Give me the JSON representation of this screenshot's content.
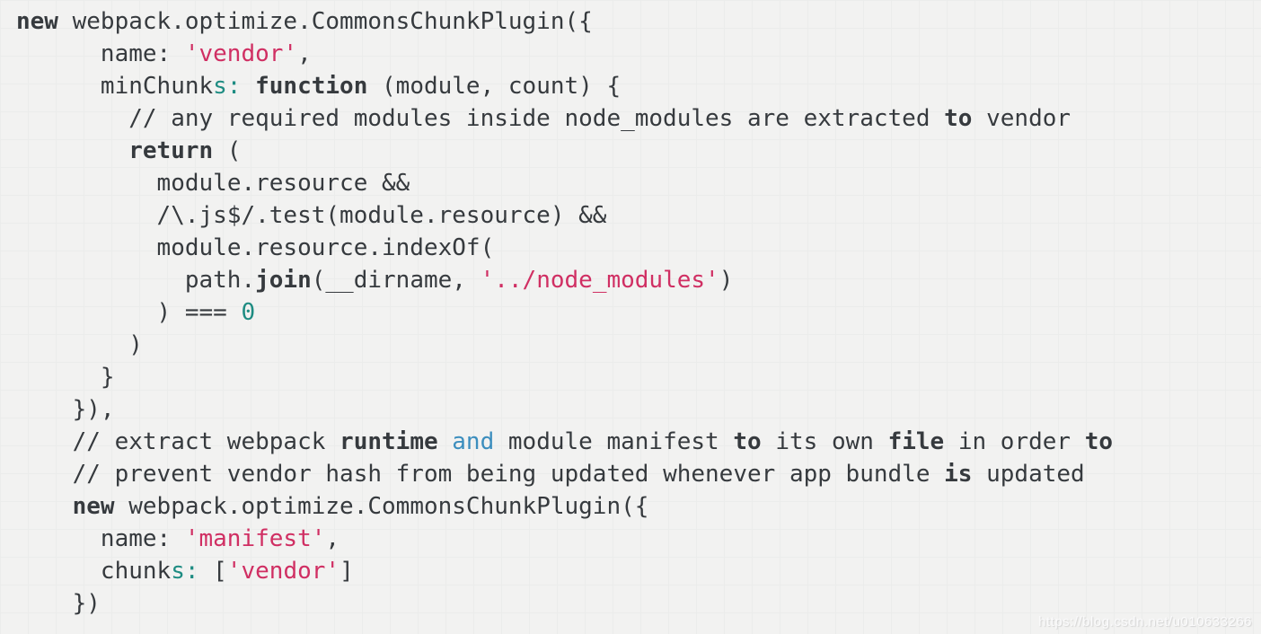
{
  "page": {
    "watermark": "https://blog.csdn.net/u010633266"
  },
  "colors": {
    "bg": "#f2f2f1",
    "grid": "#ebeceb",
    "text": "#363a3e",
    "string": "#d02f63",
    "teal": "#1e8c82",
    "blue": "#3c8ebe",
    "watermark": "#fbfbfc"
  },
  "code": {
    "language": "javascript",
    "lines": [
      {
        "indent": 0,
        "segments": [
          {
            "t": "new",
            "s": "bold"
          },
          {
            "t": " webpack.optimize.CommonsChunkPlugin({",
            "s": "plain"
          }
        ]
      },
      {
        "indent": 6,
        "segments": [
          {
            "t": "name: ",
            "s": "plain"
          },
          {
            "t": "'vendor'",
            "s": "string"
          },
          {
            "t": ",",
            "s": "plain"
          }
        ]
      },
      {
        "indent": 6,
        "segments": [
          {
            "t": "minChunk",
            "s": "plain"
          },
          {
            "t": "s:",
            "s": "teal"
          },
          {
            "t": " ",
            "s": "plain"
          },
          {
            "t": "function",
            "s": "bold"
          },
          {
            "t": " (module, count) {",
            "s": "plain"
          }
        ]
      },
      {
        "indent": 8,
        "segments": [
          {
            "t": "// any required modules inside node_modules are extracted ",
            "s": "plain"
          },
          {
            "t": "to",
            "s": "bold"
          },
          {
            "t": " vendor",
            "s": "plain"
          }
        ]
      },
      {
        "indent": 8,
        "segments": [
          {
            "t": "return",
            "s": "bold"
          },
          {
            "t": " (",
            "s": "plain"
          }
        ]
      },
      {
        "indent": 10,
        "segments": [
          {
            "t": "module.resource &&",
            "s": "plain"
          }
        ]
      },
      {
        "indent": 10,
        "segments": [
          {
            "t": "/\\.js$/.test(module.resource) &&",
            "s": "plain"
          }
        ]
      },
      {
        "indent": 10,
        "segments": [
          {
            "t": "module.resource.indexOf(",
            "s": "plain"
          }
        ]
      },
      {
        "indent": 12,
        "segments": [
          {
            "t": "path.",
            "s": "plain"
          },
          {
            "t": "join",
            "s": "bold"
          },
          {
            "t": "(__dirname, ",
            "s": "plain"
          },
          {
            "t": "'../node_modules'",
            "s": "string"
          },
          {
            "t": ")",
            "s": "plain"
          }
        ]
      },
      {
        "indent": 10,
        "segments": [
          {
            "t": ") === ",
            "s": "plain"
          },
          {
            "t": "0",
            "s": "teal"
          }
        ]
      },
      {
        "indent": 8,
        "segments": [
          {
            "t": ")",
            "s": "plain"
          }
        ]
      },
      {
        "indent": 6,
        "segments": [
          {
            "t": "}",
            "s": "plain"
          }
        ]
      },
      {
        "indent": 4,
        "segments": [
          {
            "t": "}),",
            "s": "plain"
          }
        ]
      },
      {
        "indent": 4,
        "segments": [
          {
            "t": "// extract webpack ",
            "s": "plain"
          },
          {
            "t": "runtime",
            "s": "bold"
          },
          {
            "t": " ",
            "s": "plain"
          },
          {
            "t": "and",
            "s": "blue"
          },
          {
            "t": " module manifest ",
            "s": "plain"
          },
          {
            "t": "to",
            "s": "bold"
          },
          {
            "t": " its own ",
            "s": "plain"
          },
          {
            "t": "file",
            "s": "bold"
          },
          {
            "t": " in order ",
            "s": "plain"
          },
          {
            "t": "to",
            "s": "bold"
          }
        ]
      },
      {
        "indent": 4,
        "segments": [
          {
            "t": "// prevent vendor hash from being updated whenever app bundle ",
            "s": "plain"
          },
          {
            "t": "is",
            "s": "bold"
          },
          {
            "t": " updated",
            "s": "plain"
          }
        ]
      },
      {
        "indent": 4,
        "segments": [
          {
            "t": "new",
            "s": "bold"
          },
          {
            "t": " webpack.optimize.CommonsChunkPlugin({",
            "s": "plain"
          }
        ]
      },
      {
        "indent": 6,
        "segments": [
          {
            "t": "name: ",
            "s": "plain"
          },
          {
            "t": "'manifest'",
            "s": "string"
          },
          {
            "t": ",",
            "s": "plain"
          }
        ]
      },
      {
        "indent": 6,
        "segments": [
          {
            "t": "chunk",
            "s": "plain"
          },
          {
            "t": "s:",
            "s": "teal"
          },
          {
            "t": " [",
            "s": "plain"
          },
          {
            "t": "'vendor'",
            "s": "string"
          },
          {
            "t": "]",
            "s": "plain"
          }
        ]
      },
      {
        "indent": 4,
        "segments": [
          {
            "t": "})",
            "s": "plain"
          }
        ]
      }
    ]
  }
}
